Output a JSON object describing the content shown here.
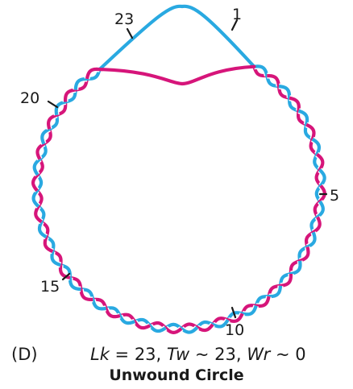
{
  "figure": {
    "panel_letter": "(D)",
    "lk_label": "Lk",
    "lk_value": " = 23, ",
    "tw_label": "Tw",
    "tw_value": " ~ 23, ",
    "wr_label": "Wr",
    "wr_value": " ~ 0",
    "subtitle": "Unwound Circle"
  },
  "strand_colors": {
    "blue": "#29a9e1",
    "magenta": "#d6157a"
  },
  "turn_labels": [
    "1",
    "5",
    "10",
    "15",
    "20",
    "23"
  ],
  "turn_count": 23
}
